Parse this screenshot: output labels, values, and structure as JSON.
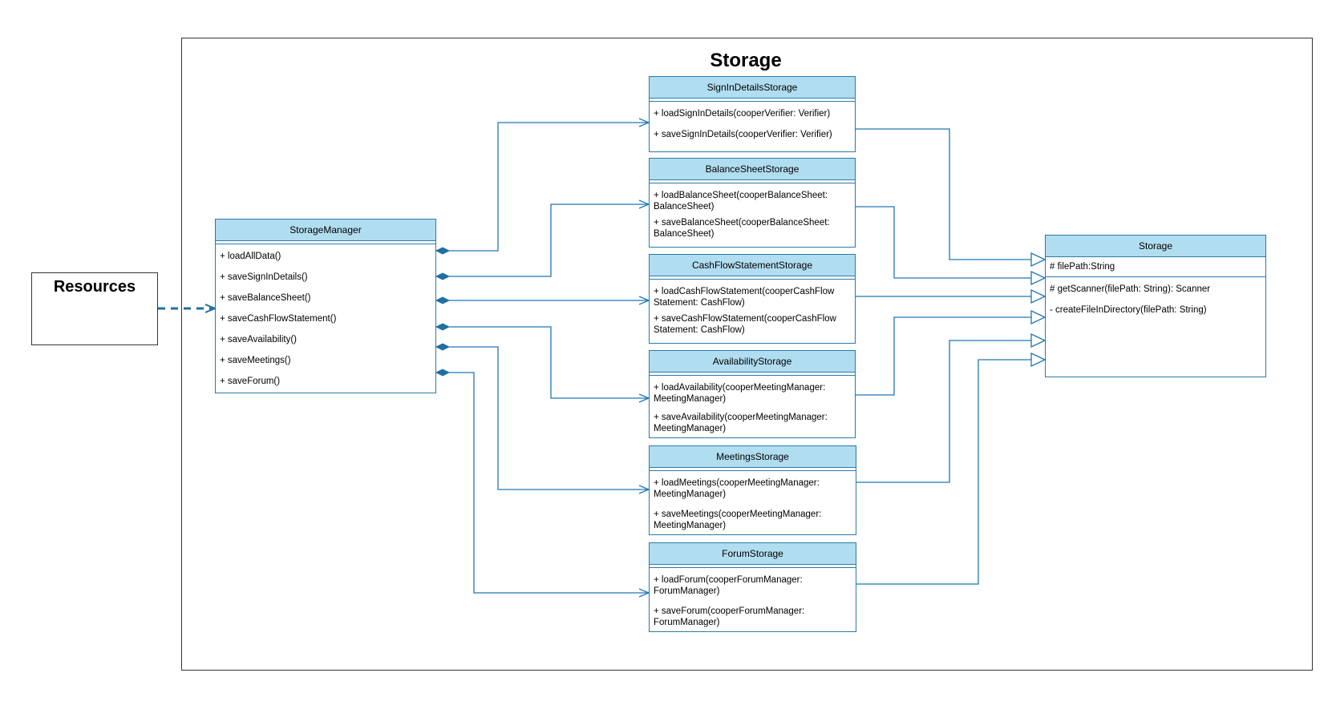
{
  "package": {
    "title": "Storage"
  },
  "resources": {
    "title": "Resources"
  },
  "storage_manager": {
    "name": "StorageManager",
    "methods": [
      "+ loadAllData()",
      "+ saveSignInDetails()",
      "+ saveBalanceSheet()",
      "+ saveCashFlowStatement()",
      "+ saveAvailability()",
      "+ saveMeetings()",
      "+ saveForum()"
    ]
  },
  "storages": [
    {
      "name": "SignInDetailsStorage",
      "methods": [
        "+ loadSignInDetails(cooperVerifier: Verifier)",
        "+ saveSignInDetails(cooperVerifier: Verifier)"
      ]
    },
    {
      "name": "BalanceSheetStorage",
      "methods": [
        "+ loadBalanceSheet(cooperBalanceSheet: BalanceSheet)",
        "+ saveBalanceSheet(cooperBalanceSheet: BalanceSheet)"
      ]
    },
    {
      "name": "CashFlowStatementStorage",
      "methods": [
        "+ loadCashFlowStatement(cooperCashFlow Statement: CashFlow)",
        "+ saveCashFlowStatement(cooperCashFlow Statement: CashFlow)"
      ]
    },
    {
      "name": "AvailabilityStorage",
      "methods": [
        "+ loadAvailability(cooperMeetingManager: MeetingManager)",
        "+ saveAvailability(cooperMeetingManager: MeetingManager)"
      ]
    },
    {
      "name": "MeetingsStorage",
      "methods": [
        "+ loadMeetings(cooperMeetingManager: MeetingManager)",
        "+ saveMeetings(cooperMeetingManager: MeetingManager)"
      ]
    },
    {
      "name": "ForumStorage",
      "methods": [
        "+ loadForum(cooperForumManager: ForumManager)",
        "+ saveForum(cooperForumManager: ForumManager)"
      ]
    }
  ],
  "storage": {
    "name": "Storage",
    "field": "# filePath:String",
    "methods": [
      "# getScanner(filePath: String): Scanner",
      "- createFileInDirectory(filePath: String)"
    ]
  },
  "colors": {
    "line": "#1f77b4",
    "header": "#b1ddf0",
    "border": "#2a7aa8",
    "dashed": "#1f6fa0"
  }
}
